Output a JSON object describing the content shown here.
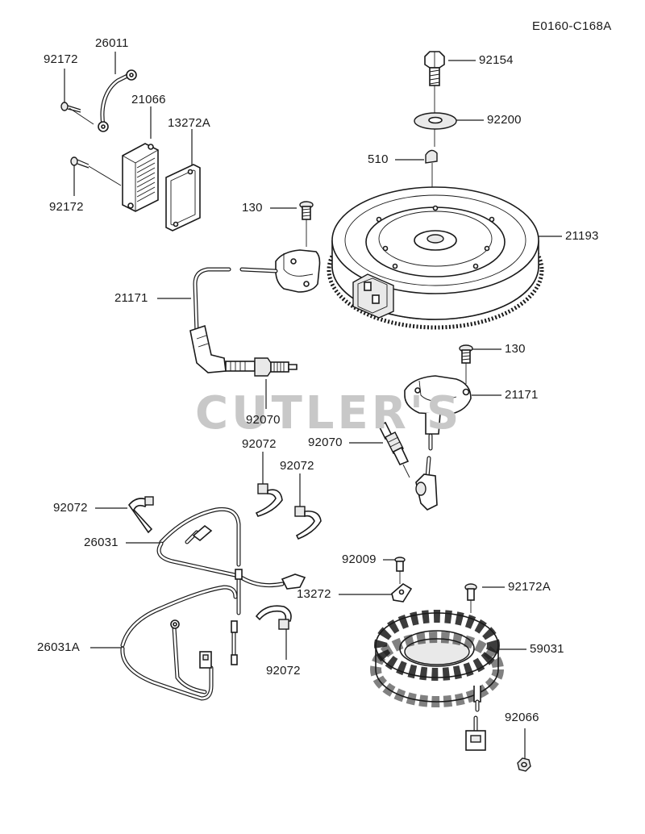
{
  "diagram_code": "E0160-C168A",
  "watermark": "CUTLER'S",
  "part_labels": {
    "p92172_top": "92172",
    "p26011": "26011",
    "p21066": "21066",
    "p13272A": "13272A",
    "p92172_left": "92172",
    "p92154": "92154",
    "p92200": "92200",
    "p510": "510",
    "p21193": "21193",
    "p130_top": "130",
    "p21171_left": "21171",
    "p92070_left": "92070",
    "p130_right": "130",
    "p21171_right": "21171",
    "p92070_right": "92070",
    "p92072_a": "92072",
    "p92072_b": "92072",
    "p92072_c": "92072",
    "p26031": "26031",
    "p92009": "92009",
    "p92172A": "92172A",
    "p13272": "13272",
    "p59031": "59031",
    "p26031A": "26031A",
    "p92072_d": "92072",
    "p92066": "92066"
  }
}
